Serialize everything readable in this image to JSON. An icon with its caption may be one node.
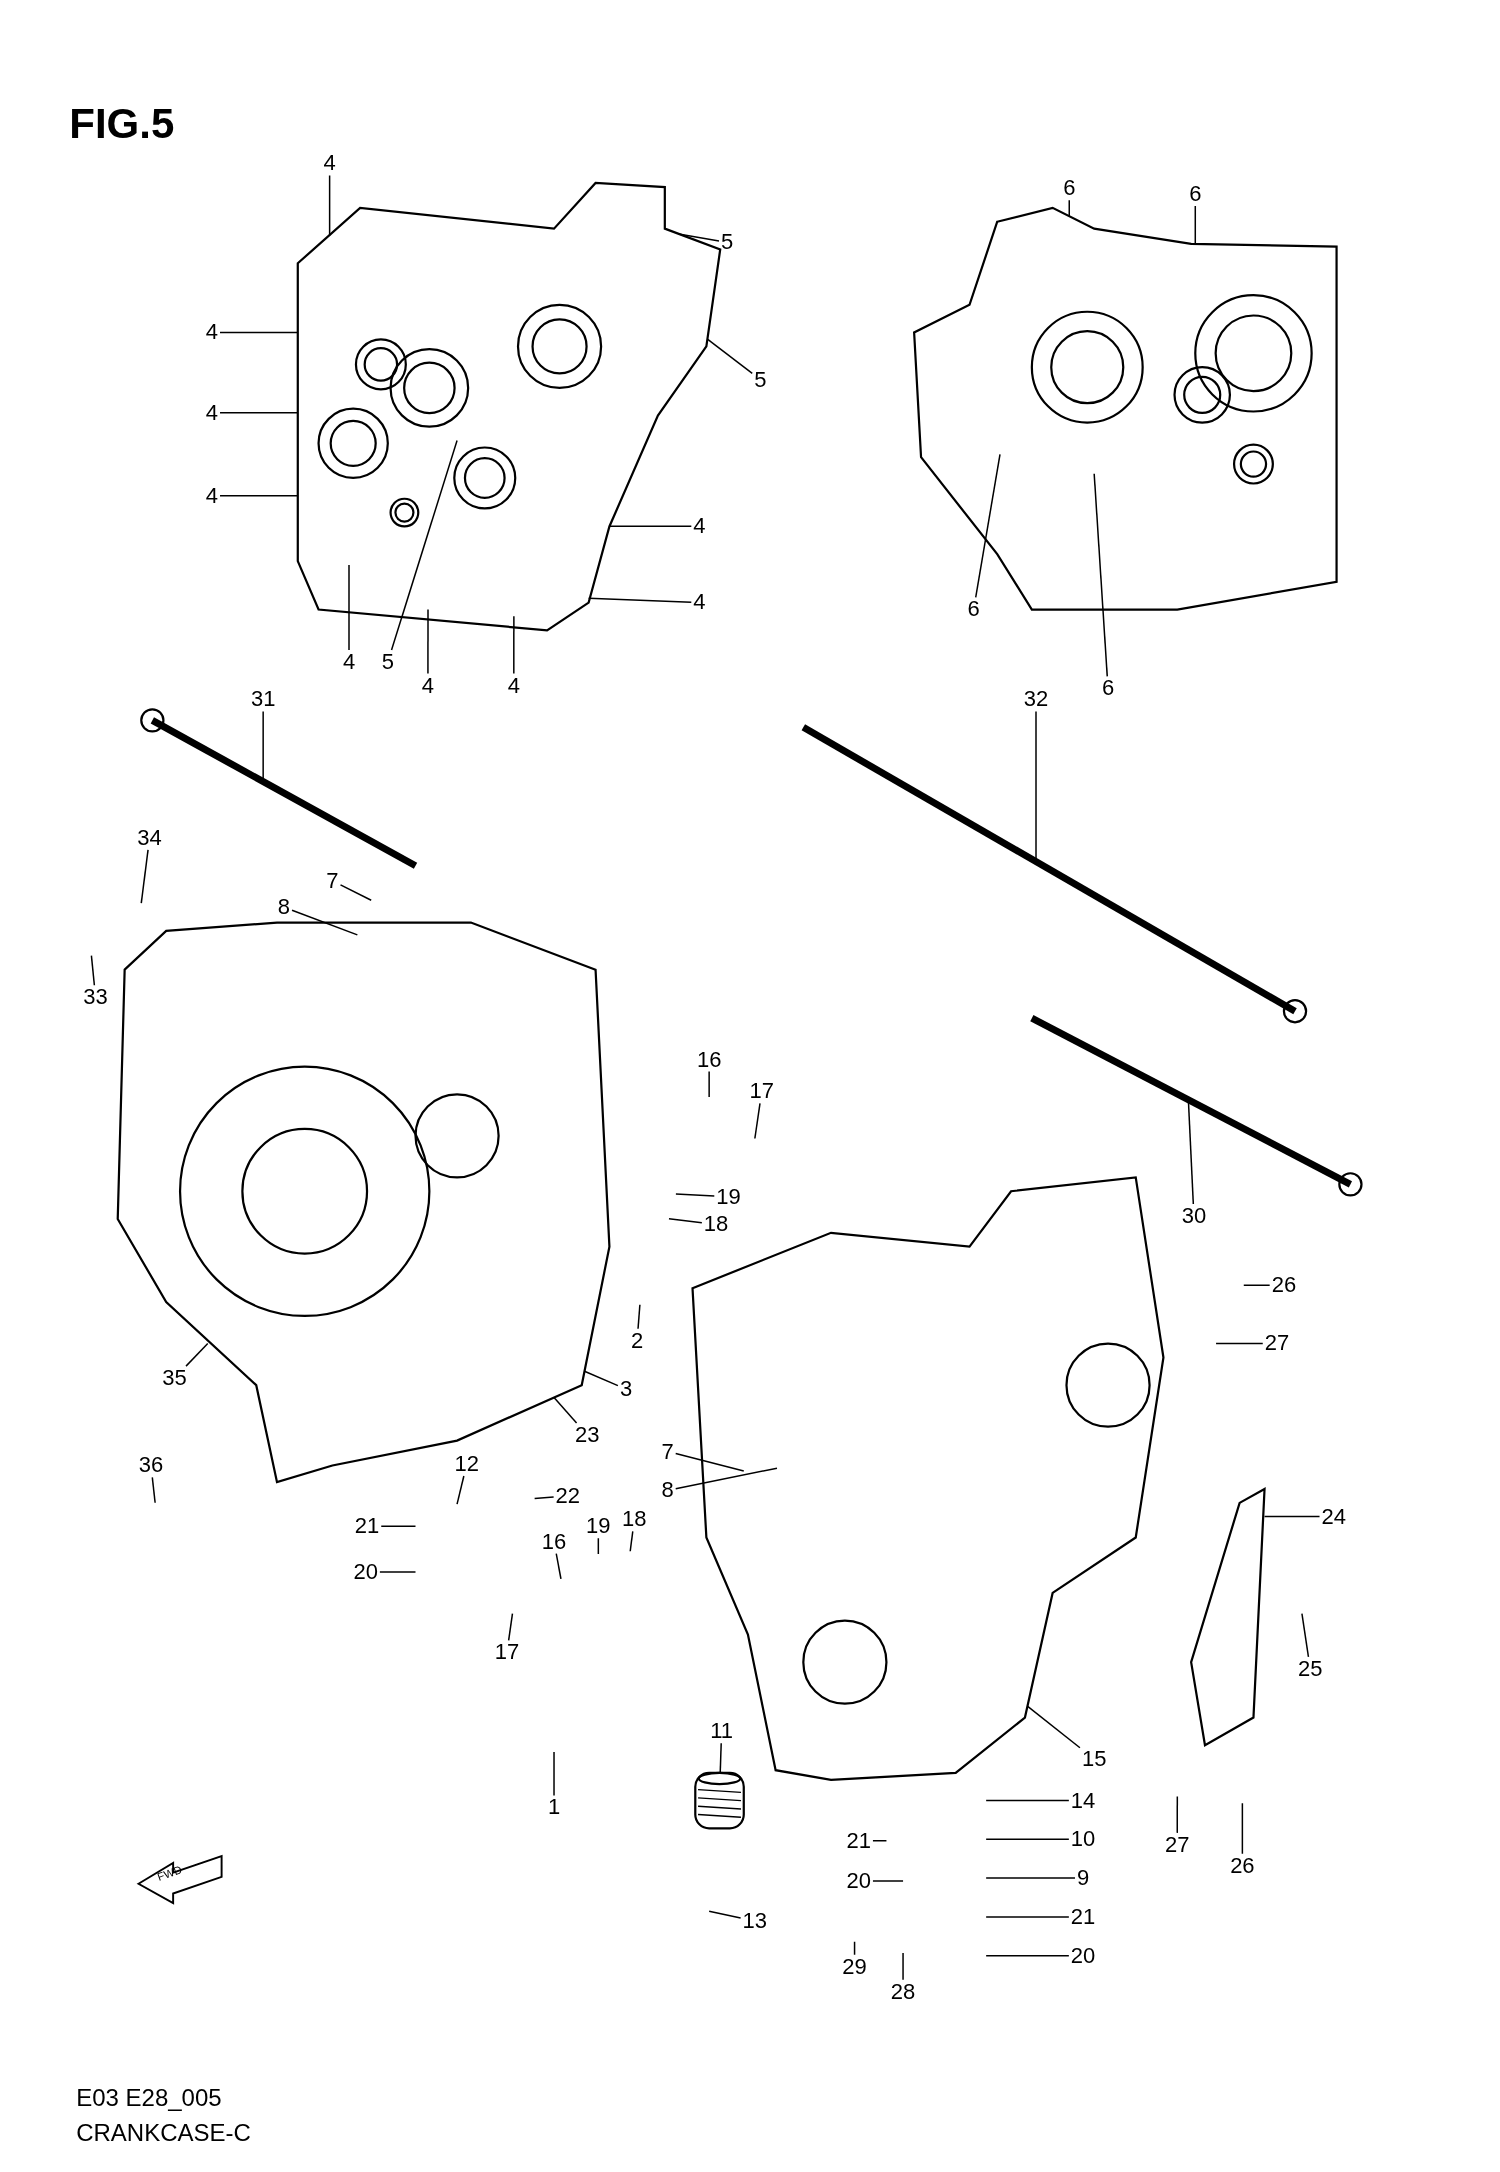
{
  "diagram": {
    "title": "FIG.5",
    "nodes": [
      {
        "text": [
          "4"
        ]
      },
      {
        "text": [
          "4"
        ]
      },
      {
        "text": [
          "4"
        ]
      },
      {
        "text": [
          "4"
        ]
      },
      {
        "text": [
          "5"
        ]
      },
      {
        "text": [
          "5"
        ]
      },
      {
        "text": [
          "4"
        ]
      },
      {
        "text": [
          "4"
        ]
      },
      {
        "text": [
          "4"
        ]
      },
      {
        "text": [
          "5"
        ]
      },
      {
        "text": [
          "4"
        ]
      },
      {
        "text": [
          "4"
        ]
      },
      {
        "text": [
          "6"
        ]
      },
      {
        "text": [
          "6"
        ]
      },
      {
        "text": [
          "6"
        ]
      },
      {
        "text": [
          "6"
        ]
      },
      {
        "text": [
          "31"
        ]
      },
      {
        "text": [
          "34"
        ]
      },
      {
        "text": [
          "33"
        ]
      },
      {
        "text": [
          "7"
        ]
      },
      {
        "text": [
          "8"
        ]
      },
      {
        "text": [
          "32"
        ]
      },
      {
        "text": [
          "16"
        ]
      },
      {
        "text": [
          "17"
        ]
      },
      {
        "text": [
          "19"
        ]
      },
      {
        "text": [
          "18"
        ]
      },
      {
        "text": [
          "30"
        ]
      },
      {
        "text": [
          "26"
        ]
      },
      {
        "text": [
          "27"
        ]
      },
      {
        "text": [
          "3"
        ]
      },
      {
        "text": [
          "2"
        ]
      },
      {
        "text": [
          "35"
        ]
      },
      {
        "text": [
          "36"
        ]
      },
      {
        "text": [
          "23"
        ]
      },
      {
        "text": [
          "22"
        ]
      },
      {
        "text": [
          "12"
        ]
      },
      {
        "text": [
          "21"
        ]
      },
      {
        "text": [
          "20"
        ]
      },
      {
        "text": [
          "16"
        ]
      },
      {
        "text": [
          "19"
        ]
      },
      {
        "text": [
          "18"
        ]
      },
      {
        "text": [
          "17"
        ]
      },
      {
        "text": [
          "7"
        ]
      },
      {
        "text": [
          "8"
        ]
      },
      {
        "text": [
          "24"
        ]
      },
      {
        "text": [
          "25"
        ]
      },
      {
        "text": [
          "11"
        ]
      },
      {
        "text": [
          "1"
        ]
      },
      {
        "text": [
          "13"
        ]
      },
      {
        "text": [
          "15"
        ]
      },
      {
        "text": [
          "27"
        ]
      },
      {
        "text": [
          "26"
        ]
      },
      {
        "text": [
          "14"
        ]
      },
      {
        "text": [
          "10"
        ]
      },
      {
        "text": [
          "9"
        ]
      },
      {
        "text": [
          "21"
        ]
      },
      {
        "text": [
          "20"
        ]
      },
      {
        "text": [
          "21"
        ]
      },
      {
        "text": [
          "20"
        ]
      },
      {
        "text": [
          "29"
        ]
      },
      {
        "text": [
          "28"
        ]
      },
      {
        "text": [],
        "shape": "picture"
      },
      {
        "text": [],
        "shape": "picture"
      },
      {
        "text": [],
        "shape": "picture"
      },
      {
        "text": [],
        "shape": "picture"
      },
      {
        "text": [],
        "shape": "picture"
      },
      {
        "text": [],
        "shape": "picture"
      },
      {
        "text": [],
        "shape": "picture"
      },
      {
        "text": [],
        "shape": "picture"
      },
      {
        "text": [],
        "shape": "picture"
      }
    ],
    "edges": [
      {
        "from": 0,
        "to": 61,
        "arrow": "none"
      },
      {
        "from": 1,
        "to": 61,
        "arrow": "none"
      },
      {
        "from": 2,
        "to": 61,
        "arrow": "none"
      },
      {
        "from": 3,
        "to": 61,
        "arrow": "none"
      },
      {
        "from": 4,
        "to": 61,
        "arrow": "none"
      },
      {
        "from": 5,
        "to": 61,
        "arrow": "none"
      },
      {
        "from": 6,
        "to": 61,
        "arrow": "none"
      },
      {
        "from": 7,
        "to": 61,
        "arrow": "none"
      },
      {
        "from": 8,
        "to": 61,
        "arrow": "none"
      },
      {
        "from": 9,
        "to": 61,
        "arrow": "none"
      },
      {
        "from": 10,
        "to": 61,
        "arrow": "none"
      },
      {
        "from": 11,
        "to": 61,
        "arrow": "none"
      },
      {
        "from": 12,
        "to": 62,
        "arrow": "none"
      },
      {
        "from": 13,
        "to": 62,
        "arrow": "none"
      },
      {
        "from": 14,
        "to": 62,
        "arrow": "none"
      },
      {
        "from": 15,
        "to": 62,
        "arrow": "none"
      },
      {
        "from": 16,
        "to": 65,
        "arrow": "none"
      },
      {
        "from": 17,
        "to": null,
        "arrow": "none"
      },
      {
        "from": 18,
        "to": null,
        "arrow": "none"
      },
      {
        "from": 19,
        "to": null,
        "arrow": "none"
      },
      {
        "from": 20,
        "to": 63,
        "arrow": "none"
      },
      {
        "from": 21,
        "to": 66,
        "arrow": "none"
      },
      {
        "from": 22,
        "to": null,
        "arrow": "none"
      },
      {
        "from": 23,
        "to": null,
        "arrow": "none"
      },
      {
        "from": 24,
        "to": null,
        "arrow": "none"
      },
      {
        "from": 25,
        "to": null,
        "arrow": "none"
      },
      {
        "from": 26,
        "to": 67,
        "arrow": "none"
      },
      {
        "from": 27,
        "to": null,
        "arrow": "none"
      },
      {
        "from": 28,
        "to": null,
        "arrow": "none"
      },
      {
        "from": 29,
        "to": 63,
        "arrow": "none"
      },
      {
        "from": 30,
        "to": null,
        "arrow": "none"
      },
      {
        "from": 31,
        "to": 63,
        "arrow": "none"
      },
      {
        "from": 32,
        "to": null,
        "arrow": "none"
      },
      {
        "from": 33,
        "to": 63,
        "arrow": "none"
      },
      {
        "from": 34,
        "to": null,
        "arrow": "none"
      },
      {
        "from": 35,
        "to": null,
        "arrow": "none"
      },
      {
        "from": 36,
        "to": null,
        "arrow": "none"
      },
      {
        "from": 37,
        "to": null,
        "arrow": "none"
      },
      {
        "from": 38,
        "to": null,
        "arrow": "none"
      },
      {
        "from": 39,
        "to": null,
        "arrow": "none"
      },
      {
        "from": 40,
        "to": null,
        "arrow": "none"
      },
      {
        "from": 41,
        "to": null,
        "arrow": "none"
      },
      {
        "from": 42,
        "to": 64,
        "arrow": "none"
      },
      {
        "from": 43,
        "to": 64,
        "arrow": "none"
      },
      {
        "from": 44,
        "to": 68,
        "arrow": "none"
      },
      {
        "from": 45,
        "to": null,
        "arrow": "none"
      },
      {
        "from": 46,
        "to": 69,
        "arrow": "none"
      },
      {
        "from": 47,
        "to": null,
        "arrow": "none"
      },
      {
        "from": 48,
        "to": null,
        "arrow": "none"
      },
      {
        "from": 49,
        "to": 64,
        "arrow": "none"
      },
      {
        "from": 50,
        "to": null,
        "arrow": "none"
      },
      {
        "from": 51,
        "to": null,
        "arrow": "none"
      },
      {
        "from": 52,
        "to": null,
        "arrow": "none"
      },
      {
        "from": 53,
        "to": null,
        "arrow": "none"
      },
      {
        "from": 54,
        "to": null,
        "arrow": "none"
      },
      {
        "from": 55,
        "to": null,
        "arrow": "none"
      },
      {
        "from": 56,
        "to": null,
        "arrow": "none"
      },
      {
        "from": 57,
        "to": null,
        "arrow": "none"
      },
      {
        "from": 58,
        "to": null,
        "arrow": "none"
      },
      {
        "from": 59,
        "to": null,
        "arrow": "none"
      },
      {
        "from": 60,
        "to": null,
        "arrow": "none"
      }
    ],
    "labels": [
      "FWD",
      "E03 E28_005",
      "CRANKCASE-C"
    ]
  }
}
